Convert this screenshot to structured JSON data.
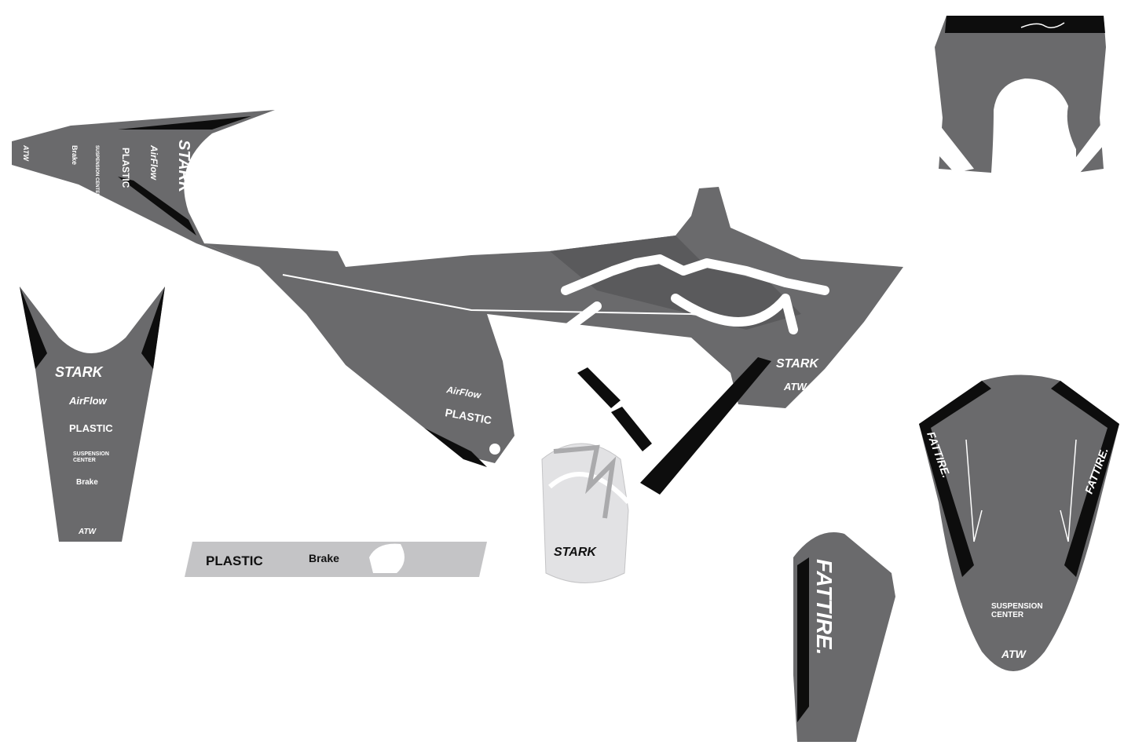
{
  "colors": {
    "base_grey": "#6a6a6c",
    "dark_grey": "#5a5a5c",
    "black": "#0d0d0d",
    "light_grey": "#c4c4c6",
    "plate_grey": "#e2e2e4",
    "white": "#ffffff"
  },
  "decals": {
    "shroud_left": {
      "brands": [
        "STARK",
        "AirFlow",
        "PLASTIC",
        "SUSPENSION CENTER",
        "Brake",
        "ATW"
      ]
    },
    "rear_fender": {
      "brands": [
        "STARK",
        "AirFlow",
        "PLASTIC",
        "SUSPENSION",
        "CENTER",
        "Brake",
        "ATW"
      ]
    },
    "side_panel": {
      "brands": [
        "AirFlow",
        "PLASTIC",
        "STARK",
        "ATW"
      ]
    },
    "swingarm": {
      "brands": [
        "PLASTIC",
        "Brake"
      ]
    },
    "number_plate": {
      "brand": "STARK"
    },
    "fork_guard": {
      "brand": "FATTIRE."
    },
    "front_fender": {
      "brands": [
        "FATTIRE.",
        "FATTIRE.",
        "SUSPENSION",
        "CENTER",
        "ATW"
      ]
    }
  }
}
